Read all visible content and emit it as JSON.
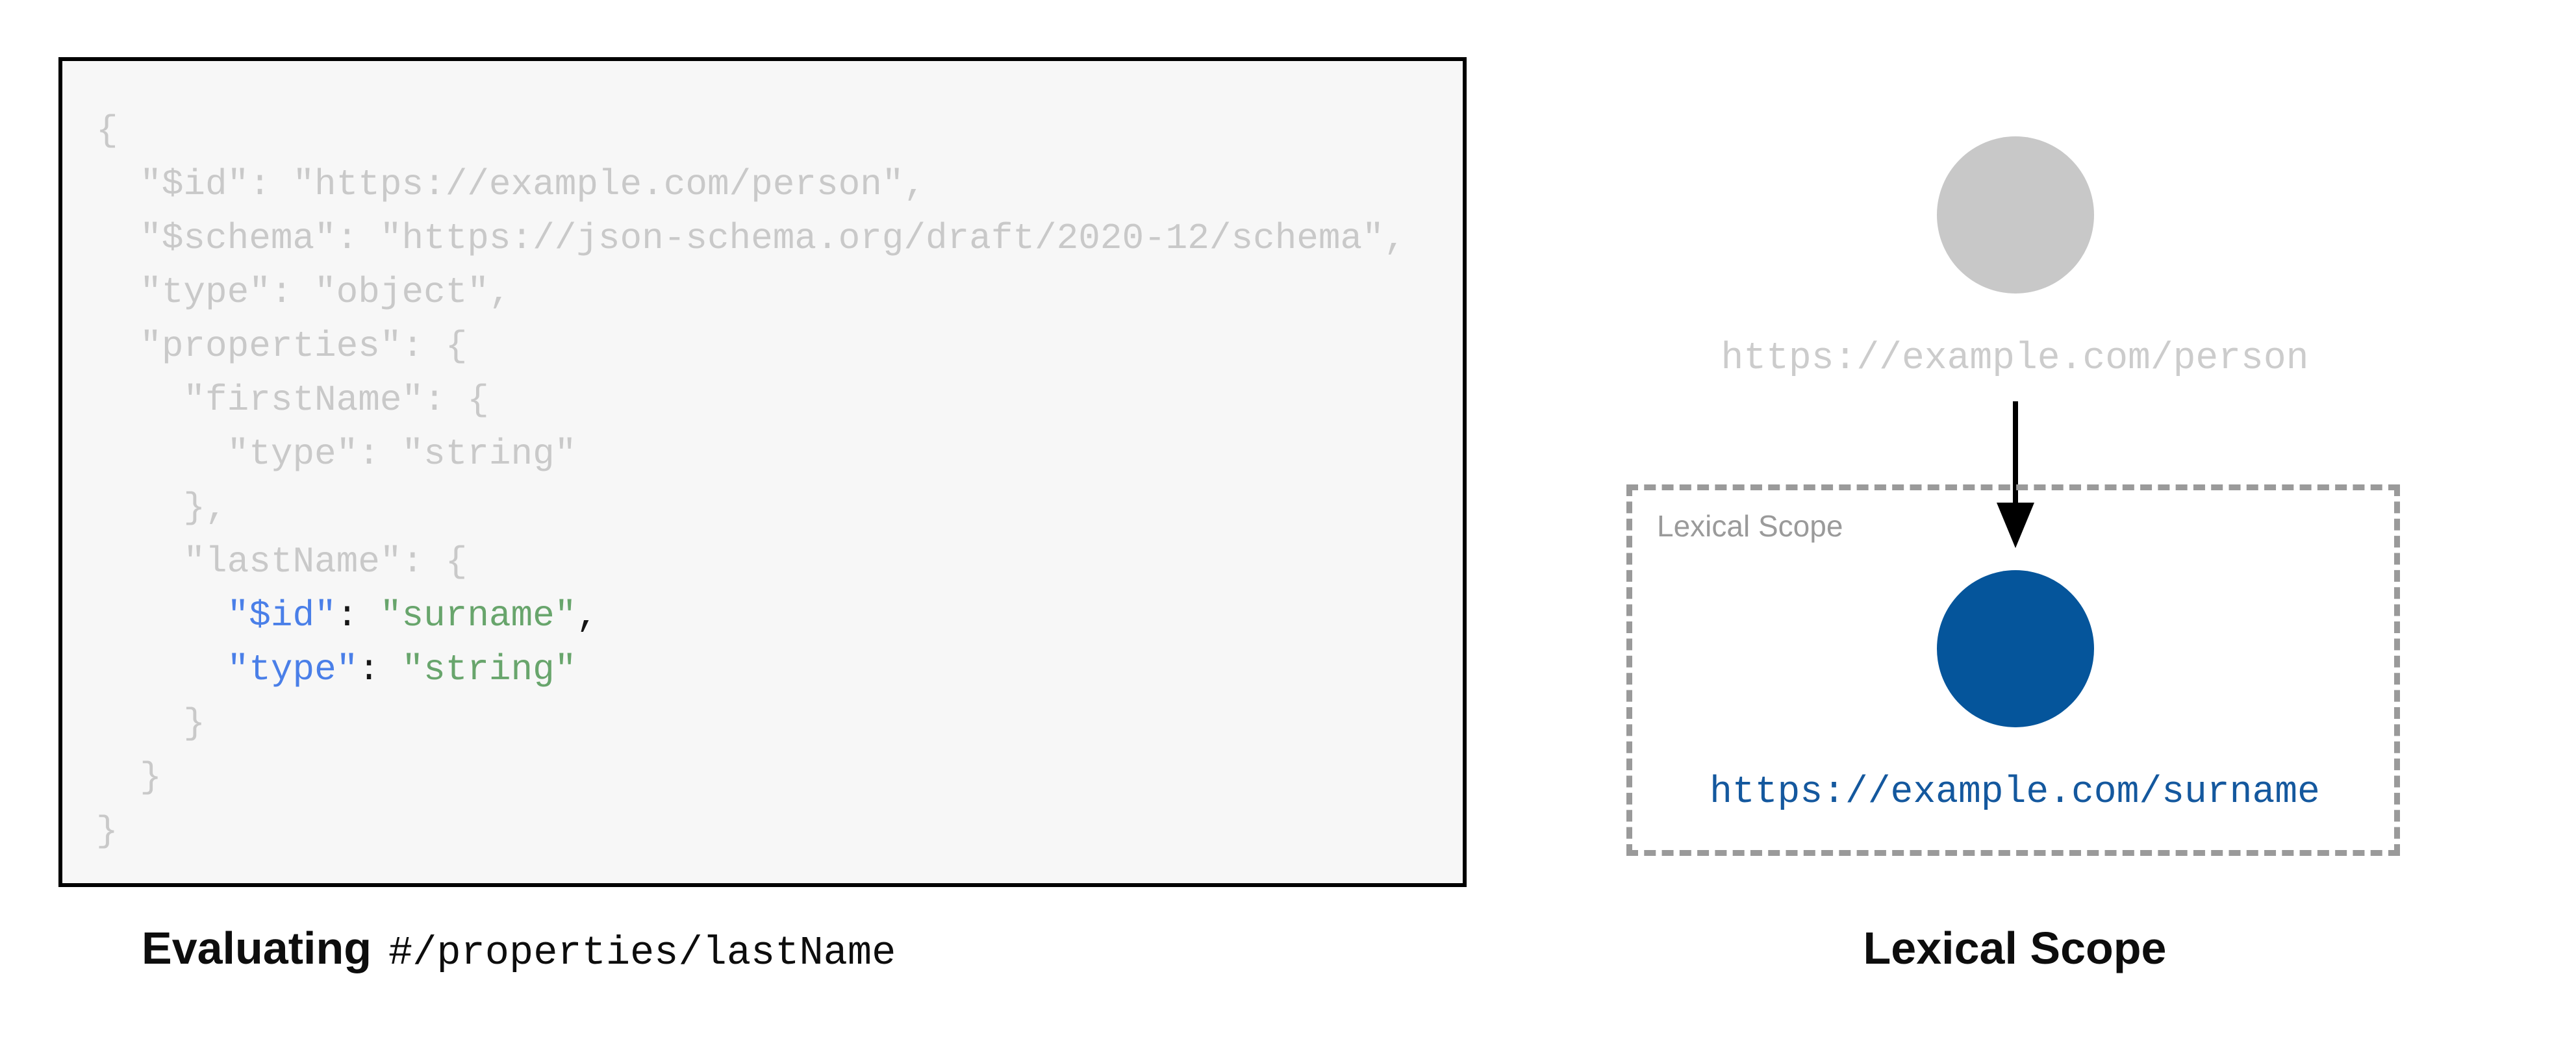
{
  "colors": {
    "muted": "#c9c9c9",
    "key": "#4a7fe8",
    "str": "#68a56c",
    "punct": "#161616",
    "circle_gray": "#c8c8c8",
    "circle_blue": "#05559b",
    "url_blue": "#14589e",
    "label_gray": "#9a9a9a",
    "box_bg": "#f7f7f7",
    "box_border": "#000000",
    "caption_color": "#0d0d0d"
  },
  "left_panel": {
    "caption": {
      "bold": "Evaluating",
      "code": "#/properties/lastName"
    },
    "code_lines": [
      [
        [
          "muted",
          "{"
        ]
      ],
      [
        [
          "muted",
          "  \"$id\": \"https://example.com/person\","
        ]
      ],
      [
        [
          "muted",
          "  \"$schema\": \"https://json-schema.org/draft/2020-12/schema\","
        ]
      ],
      [
        [
          "muted",
          "  \"type\": \"object\","
        ]
      ],
      [
        [
          "muted",
          "  \"properties\": {"
        ]
      ],
      [
        [
          "muted",
          "    \"firstName\": {"
        ]
      ],
      [
        [
          "muted",
          "      \"type\": \"string\""
        ]
      ],
      [
        [
          "muted",
          "    },"
        ]
      ],
      [
        [
          "muted",
          "    \"lastName\": {"
        ]
      ],
      [
        [
          "muted",
          "      "
        ],
        [
          "key",
          "\"$id\""
        ],
        [
          "punct",
          ": "
        ],
        [
          "str",
          "\"surname\""
        ],
        [
          "punct",
          ","
        ]
      ],
      [
        [
          "muted",
          "      "
        ],
        [
          "key",
          "\"type\""
        ],
        [
          "punct",
          ": "
        ],
        [
          "str",
          "\"string\""
        ]
      ],
      [
        [
          "muted",
          "    }"
        ]
      ],
      [
        [
          "muted",
          "  }"
        ]
      ],
      [
        [
          "muted",
          "}"
        ]
      ]
    ]
  },
  "right_panel": {
    "parent_node": {
      "label": "https://example.com/person"
    },
    "scope_box": {
      "title": "Lexical Scope"
    },
    "child_node": {
      "label": "https://example.com/surname"
    },
    "caption": "Lexical Scope"
  }
}
